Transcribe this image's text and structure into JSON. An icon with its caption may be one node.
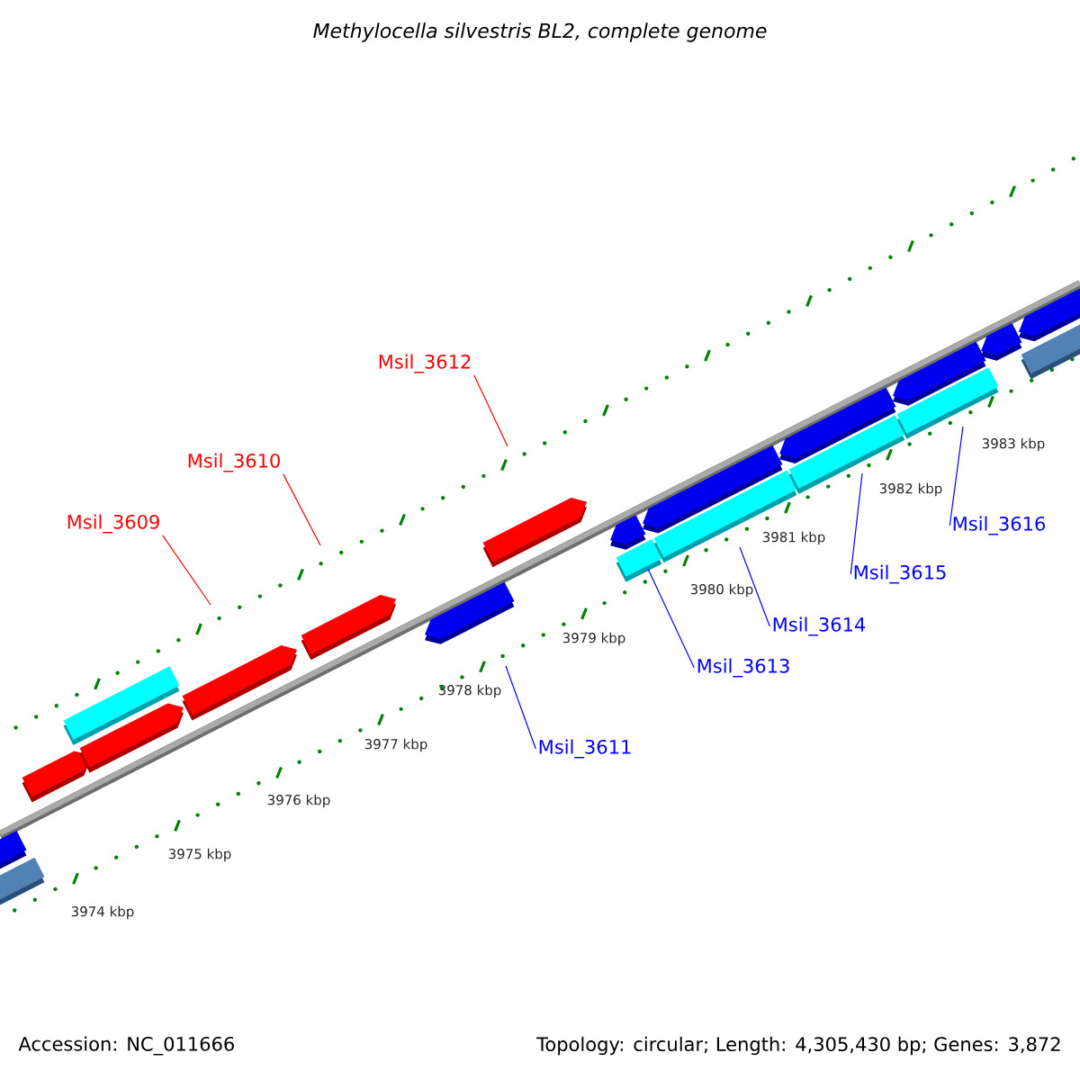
{
  "diagram": {
    "title": "Methylocella silvestris BL2, complete genome",
    "nodes": [
      {
        "text": [
          "Msil_3612"
        ]
      },
      {
        "text": [
          "Msil_3610"
        ]
      },
      {
        "text": [
          "Msil_3609"
        ]
      },
      {
        "text": [
          "Msil_3616"
        ]
      },
      {
        "text": [
          "Msil_3615"
        ]
      },
      {
        "text": [
          "Msil_3614"
        ]
      },
      {
        "text": [
          "Msil_3613"
        ]
      },
      {
        "text": [
          "Msil_3611"
        ]
      }
    ],
    "edges": [
      {
        "from": 0,
        "to": null,
        "arrow": "none",
        "color": "#ff0000"
      },
      {
        "from": 1,
        "to": null,
        "arrow": "none",
        "color": "#ff0000"
      },
      {
        "from": 2,
        "to": null,
        "arrow": "none",
        "color": "#ff0000"
      },
      {
        "from": 3,
        "to": null,
        "arrow": "none",
        "color": "#0000ff"
      },
      {
        "from": 4,
        "to": null,
        "arrow": "none",
        "color": "#0000ff"
      },
      {
        "from": 5,
        "to": null,
        "arrow": "none",
        "color": "#0000ff"
      },
      {
        "from": 6,
        "to": null,
        "arrow": "none",
        "color": "#0000ff"
      },
      {
        "from": 7,
        "to": null,
        "arrow": "none",
        "color": "#0000ff"
      }
    ],
    "labels": [
      "3983 kbp",
      "3982 kbp",
      "3981 kbp",
      "3980 kbp",
      "3979 kbp",
      "3978 kbp",
      "3977 kbp",
      "3976 kbp",
      "3975 kbp",
      "3974 kbp",
      "Accession: NC_011666",
      "Topology: circular; Length: 4,305,430 bp; Genes: 3,872"
    ]
  }
}
